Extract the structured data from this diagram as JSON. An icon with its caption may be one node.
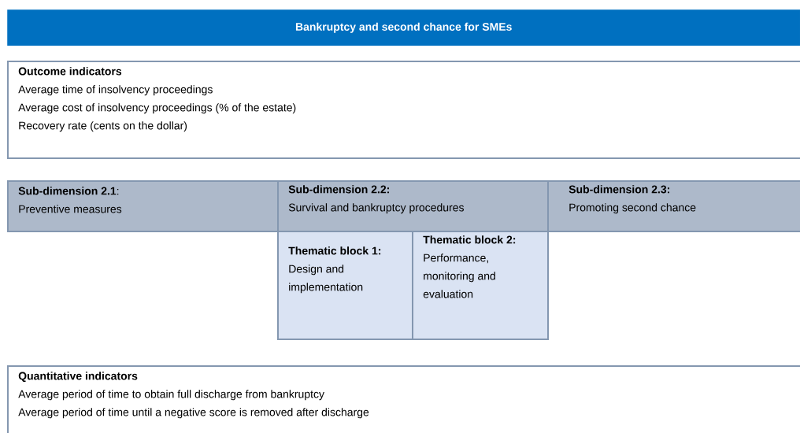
{
  "diagram": {
    "nodes": [
      {
        "text": [
          "Bankruptcy and second chance for SMEs"
        ]
      },
      {
        "text": [
          "Outcome indicators",
          "Average time of insolvency proceedings",
          "Average cost of insolvency proceedings (% of the estate)",
          "Recovery rate (cents on the dollar)"
        ]
      },
      {
        "text": [
          "**Sub-dimension 2.1**:",
          "Preventive measures"
        ]
      },
      {
        "text": [
          "Sub-dimension 2.2:",
          "Survival and bankruptcy procedures"
        ]
      },
      {
        "text": [
          "Sub-dimension 2.3:",
          "Promoting second chance"
        ]
      },
      {
        "text": [
          "Thematic block 1:",
          "Design and implementation"
        ]
      },
      {
        "text": [
          "Thematic block 2:",
          "Performance, monitoring and evaluation"
        ]
      },
      {
        "text": [
          "Quantitative indicators",
          "Average period of time to obtain full discharge from bankruptcy",
          "Average period of time until a negative score is removed after discharge"
        ]
      }
    ]
  }
}
